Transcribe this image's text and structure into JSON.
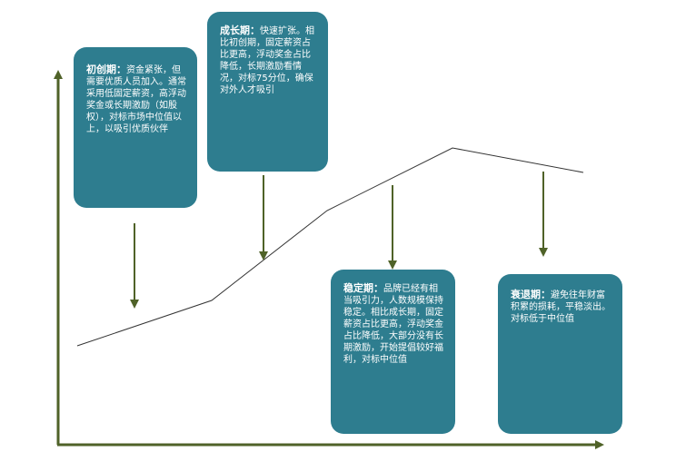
{
  "colors": {
    "axis": "#4f6228",
    "arrow": "#4f6228",
    "box": "#2e7d8f",
    "curve": "#333333",
    "text": "#ffffff"
  },
  "stages": {
    "startup": {
      "title": "初创期：",
      "text": "资金紧张，但需要优质人员加入。通常采用低固定薪资，高浮动奖金或长期激励（如股权），对标市场中位值以上，以吸引优质伙伴"
    },
    "growth": {
      "title": "成长期：",
      "text": "快速扩张。相比初创期，固定薪资占比更高，浮动奖金占比降低，长期激励看情况，对标75分位，确保对外人才吸引"
    },
    "stable": {
      "title": "稳定期：",
      "text": "品牌已经有相当吸引力，人数规模保持稳定。相比成长期，固定薪资占比更高，浮动奖金占比降低，大部分没有长期激励，开始提倡较好福利，对标中位值"
    },
    "decline": {
      "title": "衰退期：",
      "text": "避免往年财富积累的损耗，平稳淡出。对标低于中位值"
    }
  }
}
